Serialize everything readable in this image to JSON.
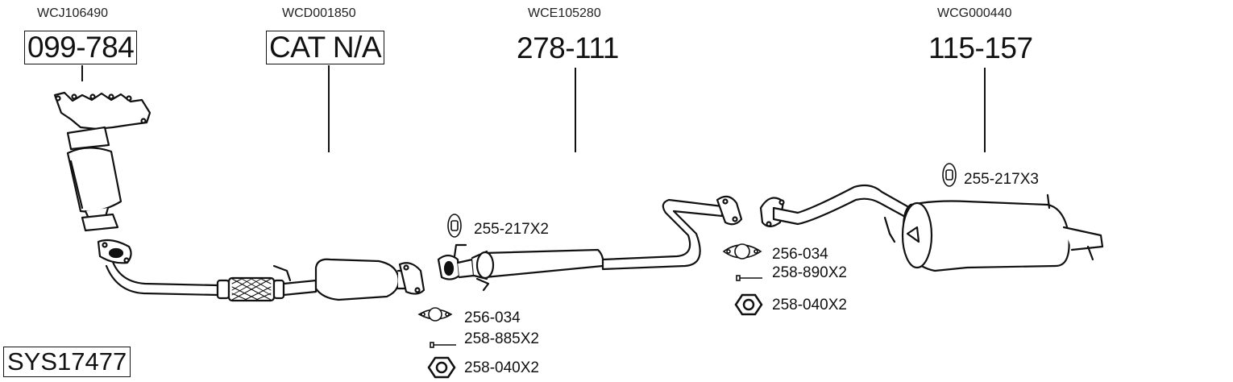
{
  "diagram": {
    "system_code": "SYS17477",
    "sections": [
      {
        "ref": "WCJ106490",
        "part": "099-784",
        "description": "exhaust manifold with catalytic converter"
      },
      {
        "ref": "WCD001850",
        "part": "CAT N/A",
        "description": "front pipe with catalytic converter"
      },
      {
        "ref": "WCE105280",
        "part": "278-111",
        "description": "centre silencer"
      },
      {
        "ref": "WCG000440",
        "part": "115-157",
        "description": "rear silencer"
      }
    ],
    "fittings": {
      "group_center": [
        {
          "icon": "rubber-mount-icon",
          "label": "255-217X2"
        },
        {
          "icon": "gasket-icon",
          "label": "256-034"
        },
        {
          "icon": "bolt-icon",
          "label": "258-885X2"
        },
        {
          "icon": "nut-icon",
          "label": "258-040X2"
        }
      ],
      "group_rear": [
        {
          "icon": "gasket-icon",
          "label": "256-034"
        },
        {
          "icon": "bolt-icon",
          "label": "258-890X2"
        },
        {
          "icon": "nut-icon",
          "label": "258-040X2"
        }
      ],
      "group_silencer": [
        {
          "icon": "rubber-mount-icon",
          "label": "255-217X3"
        }
      ]
    }
  }
}
